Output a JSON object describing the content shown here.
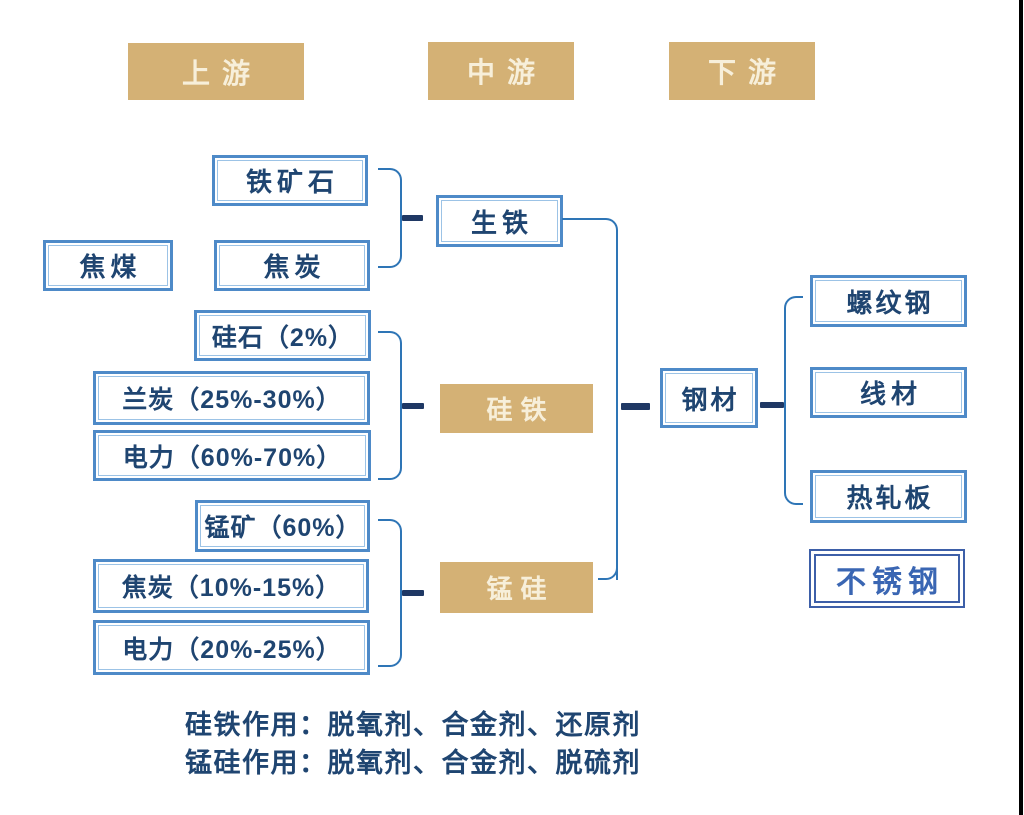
{
  "headers": {
    "upstream": "上游",
    "midstream": "中游",
    "downstream": "下游"
  },
  "boxes": {
    "iron_ore": "铁矿石",
    "coking_coal": "焦煤",
    "coke": "焦炭",
    "pig_iron": "生铁",
    "silica": "硅石（2%）",
    "semi_coke": "兰炭（25%-30%）",
    "power_fesi": "电力（60%-70%）",
    "ferrosilicon": "硅铁",
    "mn_ore": "锰矿（60%）",
    "coke_simn": "焦炭（10%-15%）",
    "power_simn": "电力（20%-25%）",
    "silicomanganese": "锰硅",
    "steel": "钢材",
    "rebar": "螺纹钢",
    "wire_rod": "线材",
    "hot_rolled_plate": "热轧板",
    "stainless_steel": "不锈钢"
  },
  "notes": {
    "fesi": "硅铁作用：脱氧剂、合金剂、还原剂",
    "simn": "锰硅作用：脱氧剂、合金剂、脱硫剂"
  },
  "colors": {
    "tan": "#D4B175",
    "header_text": "#F7EFDA",
    "box_border": "#4E8AC8",
    "box_border_inner": "#9CC3E6",
    "box_text": "#1F4571",
    "bracket": "#2E75B6",
    "tick": "#1F3864",
    "stainless_border": "#3D5FA8",
    "stainless_text": "#3A66B3"
  }
}
